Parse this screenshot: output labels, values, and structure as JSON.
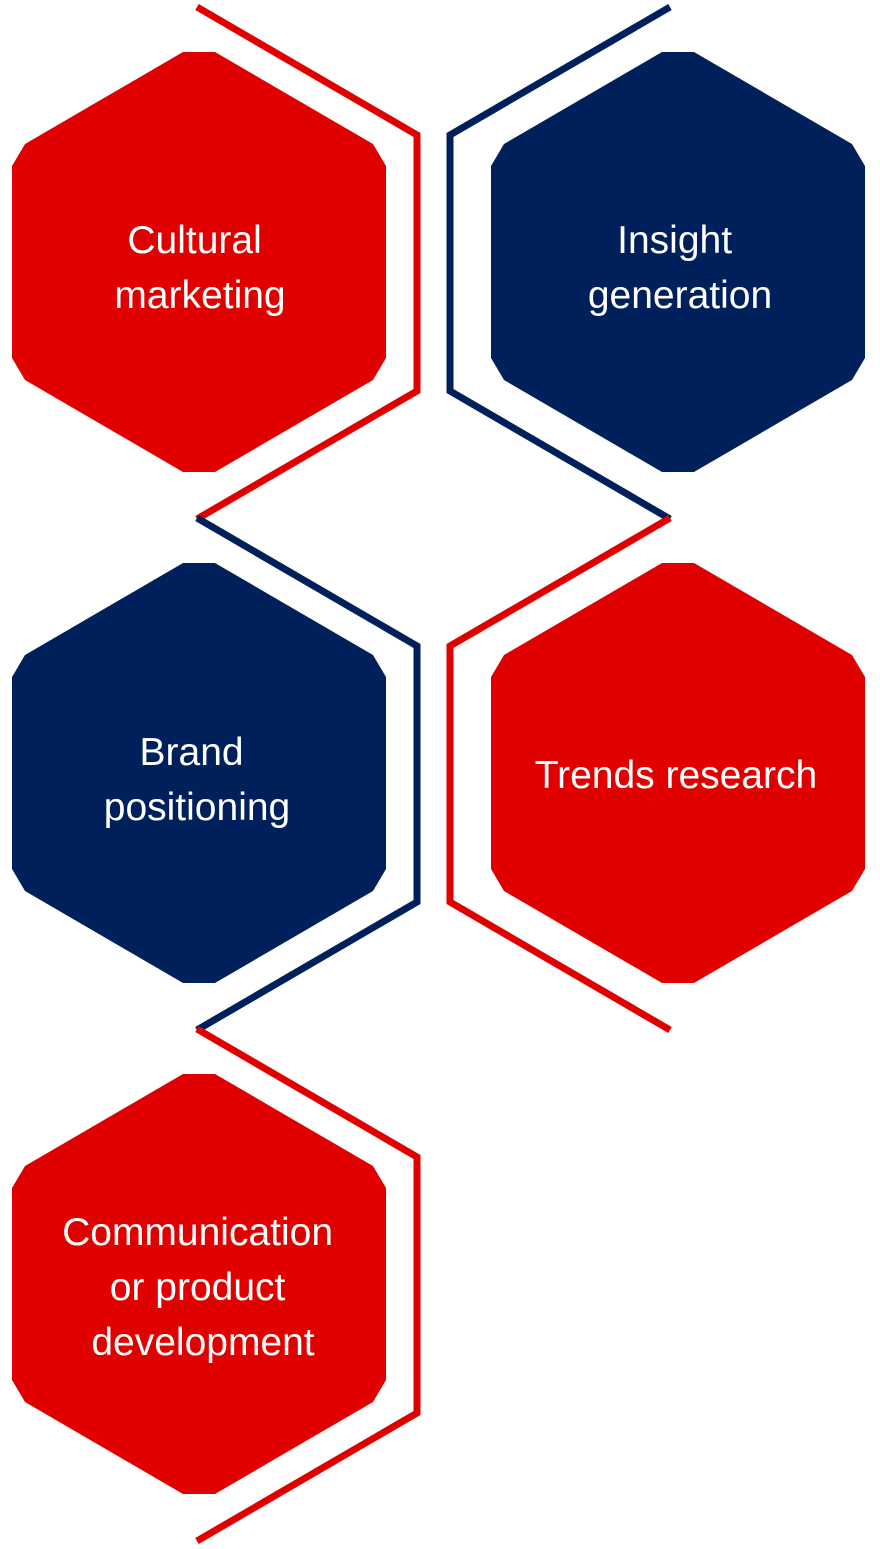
{
  "colors": {
    "red": "#e00000",
    "navy": "#00205b",
    "text": "#ffffff"
  },
  "items": [
    {
      "lines": [
        "Cultural",
        "marketing"
      ],
      "color": "red"
    },
    {
      "lines": [
        "Insight",
        "generation"
      ],
      "color": "navy"
    },
    {
      "lines": [
        "Brand",
        "positioning"
      ],
      "color": "navy"
    },
    {
      "lines": [
        "Trends research"
      ],
      "color": "red"
    },
    {
      "lines": [
        "Communication",
        "or product",
        "development"
      ],
      "color": "red"
    }
  ]
}
